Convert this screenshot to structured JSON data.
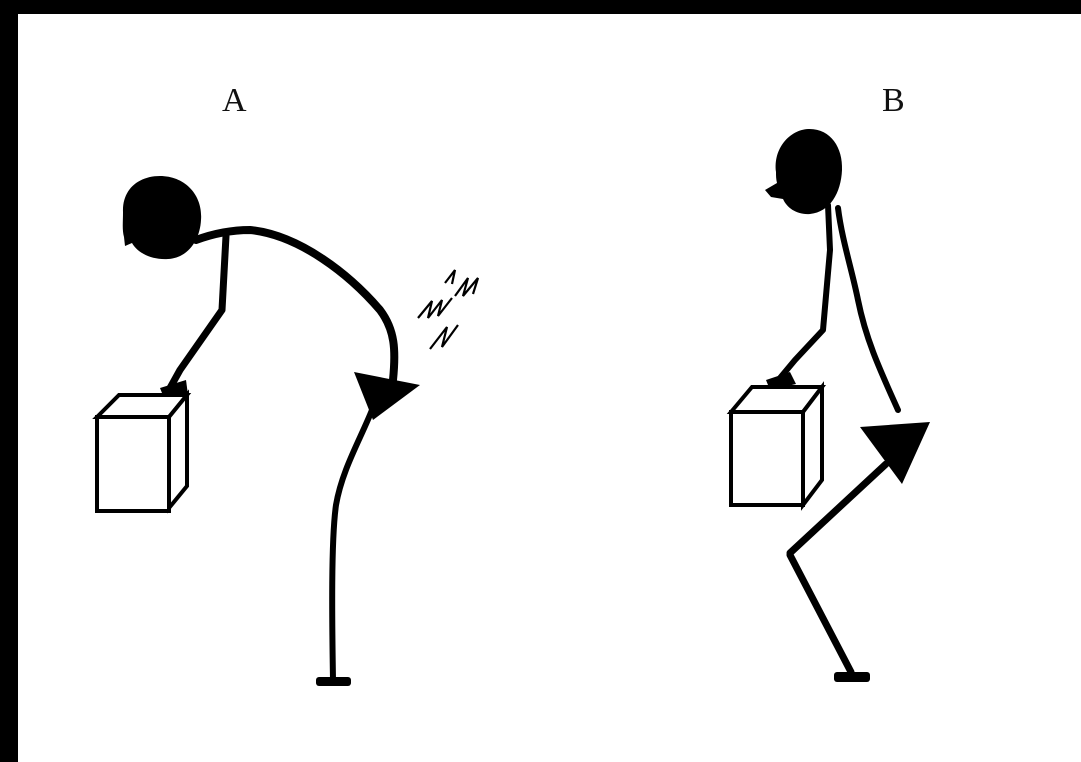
{
  "panels": [
    {
      "id": "A",
      "label": "A"
    },
    {
      "id": "B",
      "label": "B"
    }
  ],
  "colors": {
    "background": "#000000",
    "canvas": "#ffffff",
    "ink": "#000000"
  }
}
